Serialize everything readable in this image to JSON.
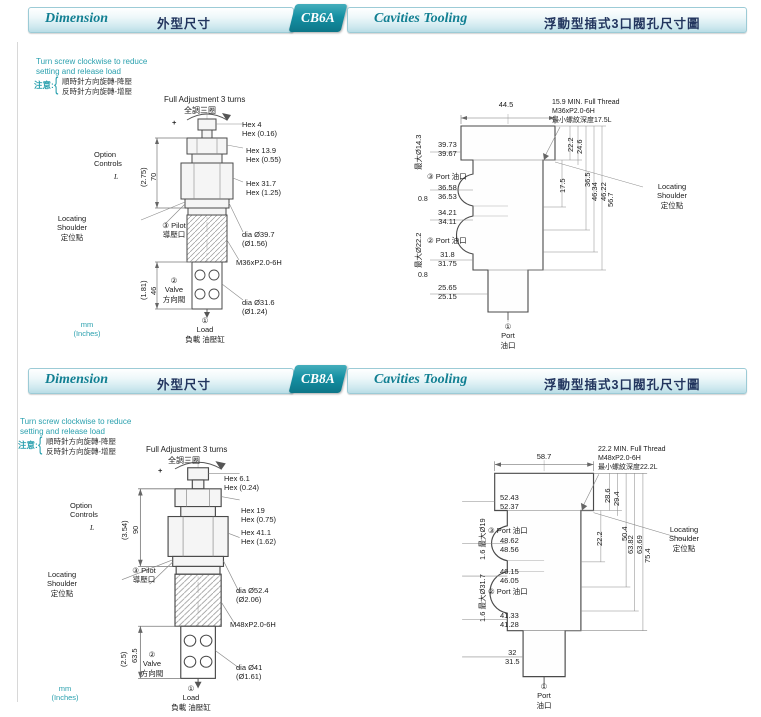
{
  "colors": {
    "teal": "#1590a3",
    "navy": "#22355e",
    "line": "#4a4a4a"
  },
  "sections": [
    {
      "model": "CB6A",
      "header": {
        "dimension_en": "Dimension",
        "dimension_zh": "外型尺寸",
        "cavities_en": "Cavities Tooling",
        "cavities_zh": "浮動型插式3口閥孔尺寸圖"
      },
      "note": {
        "en1": "Turn screw clockwise to reduce",
        "en2": "setting and release load",
        "zh_label": "注意:",
        "brace": "{",
        "zh1": "順時針方向旋轉-降壓",
        "zh2": "反時針方向旋轉-增壓"
      },
      "valve": {
        "adjust_en": "Full Adjustment 3 turns",
        "adjust_zh": "全調三圈",
        "plus": "+",
        "hex_top": "Hex 4\nHex (0.16)",
        "hex_mid": "Hex 13.9\nHex (0.55)",
        "hex_big": "Hex 31.7\nHex (1.25)",
        "option": "Option\nControls",
        "option_l": "L",
        "h_upper_mm": "70",
        "h_upper_in": "(2.75)",
        "pilot": "③ Pilot\n導壓口",
        "shoulder": "Locating\nShoulder\n定位點",
        "dia_upper": "dia Ø39.7\n(Ø1.56)",
        "thread": "M36xP2.0-6H",
        "h_lower_mm": "46",
        "h_lower_in": "(1.81)",
        "valve_port": "②\nValve\n方向閥",
        "dia_lower": "dia Ø31.6\n(Ø1.24)",
        "load": "①\nLoad\n負載 油壓缸",
        "units": "mm\n(Inches)"
      },
      "cavity": {
        "top_width": "44.5",
        "thread_note": "15.9 MIN. Full Thread\nM36xP2.0-6H\n最小螺紋深度17.5L",
        "max_dia_top": "最大Ø14.3",
        "bore1": "39.73\n39.67",
        "port3": "③ Port 油口",
        "bore2": "36.58\n36.53",
        "chamfer_top": "0.8",
        "bore3": "34.21\n34.11",
        "max_dia_mid": "最大Ø22.2",
        "port2": "② Port 油口",
        "bore4": "31.8\n31.75",
        "chamfer_bot": "0.8",
        "bore5": "25.65\n25.15",
        "d_17": "17.5",
        "d_22": "22.2",
        "d_24": "24.6",
        "d_36": "36.5",
        "d_46": "46.34\n46.22",
        "d_56": "56.7",
        "shoulder": "Locating\nShoulder\n定位點",
        "port1": "①\nPort\n油口"
      }
    },
    {
      "model": "CB8A",
      "header": {
        "dimension_en": "Dimension",
        "dimension_zh": "外型尺寸",
        "cavities_en": "Cavities Tooling",
        "cavities_zh": "浮動型插式3口閥孔尺寸圖"
      },
      "note": {
        "en1": "Turn screw clockwise to reduce",
        "en2": "setting and release load",
        "zh_label": "注意:",
        "brace": "{",
        "zh1": "順時針方向旋轉-降壓",
        "zh2": "反時針方向旋轉-增壓"
      },
      "valve": {
        "adjust_en": "Full Adjustment 3 turns",
        "adjust_zh": "全調三圈",
        "plus": "+",
        "hex_top": "Hex 6.1\nHex (0.24)",
        "hex_mid": "Hex 19\nHex (0.75)",
        "hex_big": "Hex 41.1\nHex (1.62)",
        "option": "Option\nControls",
        "option_l": "L",
        "h_upper_mm": "90",
        "h_upper_in": "(3.54)",
        "pilot": "③ Pilot\n導壓口",
        "shoulder": "Locating\nShoulder\n定位點",
        "dia_upper": "dia Ø52.4\n(Ø2.06)",
        "thread": "M48xP2.0-6H",
        "h_lower_mm": "63.5",
        "h_lower_in": "(2.5)",
        "valve_port": "②\nValve\n方向閥",
        "dia_lower": "dia Ø41\n(Ø1.61)",
        "load": "①\nLoad\n負載 油壓缸",
        "units": "mm\n(Inches)"
      },
      "cavity": {
        "top_width": "58.7",
        "thread_note": "22.2 MIN. Full Thread\nM48xP2.0-6H\n最小螺紋深度22.2L",
        "max_dia_top": "1.6 最大Ø19",
        "bore1": "52.43\n52.37",
        "port3": "③ Port 油口",
        "bore2": "48.62\n48.56",
        "bore3": "46.15\n46.05",
        "max_dia_mid": "1.6 最大Ø31.7",
        "port2": "② Port 油口",
        "bore4": "41.33\n41.28",
        "bore5": "32\n31.5",
        "d_22": "22.2",
        "d_28": "28.6",
        "d_29": "29.4",
        "d_50": "50.4",
        "d_63": "63.82\n63.69",
        "d_75": "75.4",
        "shoulder": "Locating\nShoulder\n定位點",
        "port1": "①\nPort\n油口"
      }
    }
  ]
}
